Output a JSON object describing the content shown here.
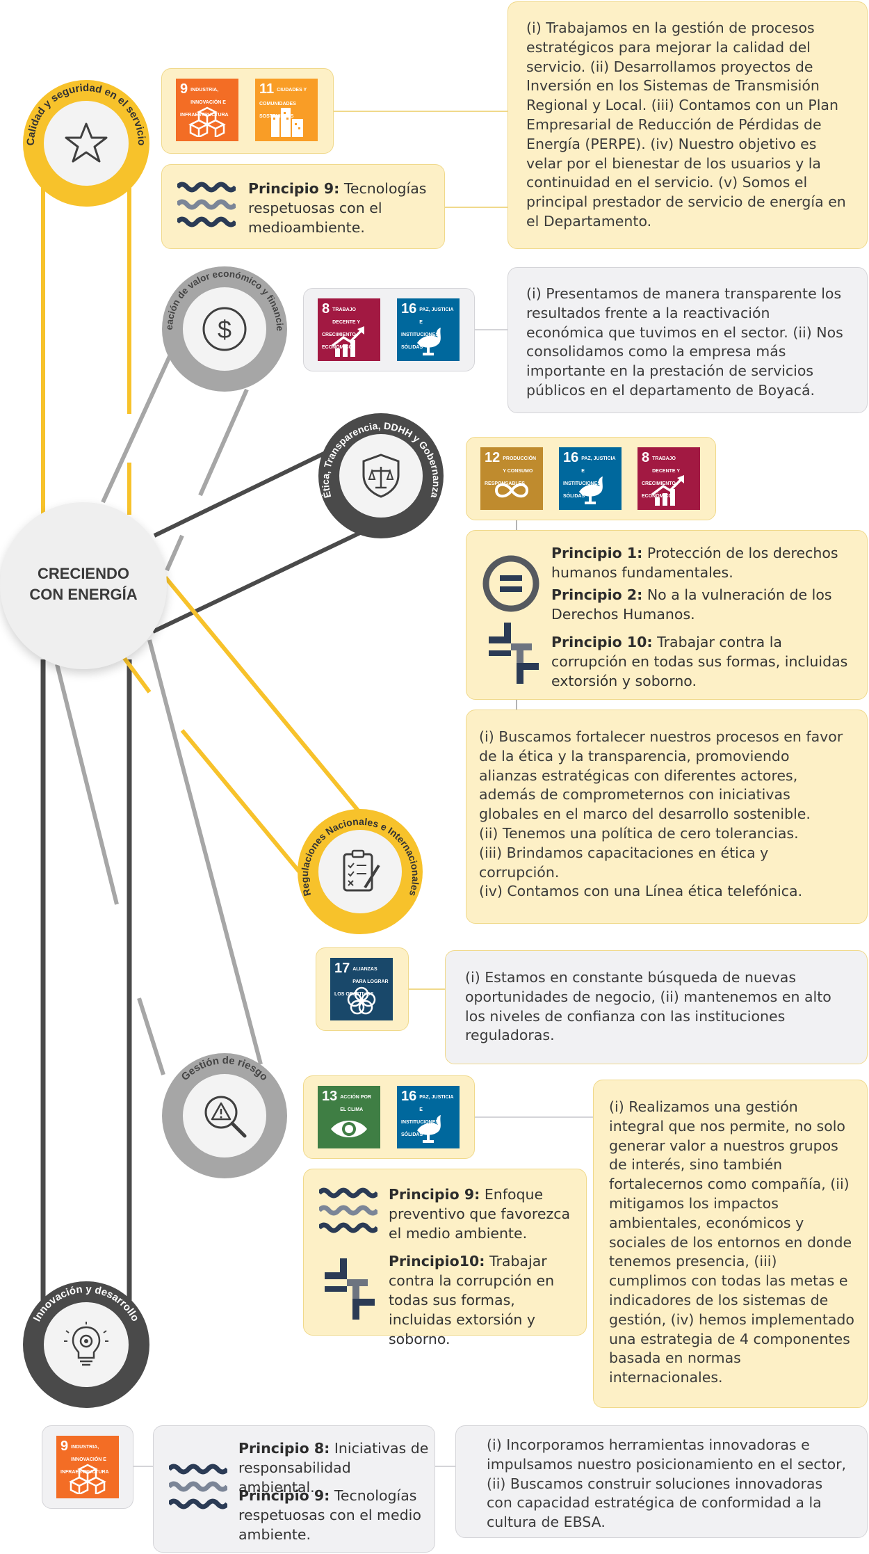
{
  "center": {
    "line1": "CRECIENDO",
    "line2": "CON ENERGÍA"
  },
  "colors": {
    "yellow": "#f7c22b",
    "gray": "#a6a6a6",
    "dark": "#4a4a4a",
    "navy": "#2b3b55"
  },
  "pillars": [
    {
      "title": "Calidad y seguridad en el servicio",
      "icon": "star-icon"
    },
    {
      "title": "Creación de valor económico y financiero",
      "icon": "dollar-icon"
    },
    {
      "title": "Ética, Transparencia, DDHH y Gobernanza",
      "icon": "shield-balance-icon"
    },
    {
      "title": "Regulaciones Nacionales e Internacionales",
      "icon": "checklist-icon"
    },
    {
      "title": "Gestión de riesgo",
      "icon": "warning-magnifier-icon"
    },
    {
      "title": "Innovación y desarrollo",
      "icon": "lightbulb-gear-icon"
    }
  ],
  "sdgs": {
    "s9": {
      "num": "9",
      "label": "Industria, innovación e infraestructura",
      "color": "#f36d25"
    },
    "s11": {
      "num": "11",
      "label": "Ciudades y comunidades sostenibles",
      "color": "#f99d26"
    },
    "s8": {
      "num": "8",
      "label": "Trabajo decente y crecimiento económico",
      "color": "#a21942"
    },
    "s16": {
      "num": "16",
      "label": "Paz, justicia e instituciones sólidas",
      "color": "#00689d"
    },
    "s12": {
      "num": "12",
      "label": "Producción y consumo responsables",
      "color": "#bf8b2e"
    },
    "s17": {
      "num": "17",
      "label": "Alianzas para lograr los objetivos",
      "color": "#19486a"
    },
    "s13": {
      "num": "13",
      "label": "Acción por el clima",
      "color": "#3f7e44"
    }
  },
  "block1": {
    "principle": {
      "bold": "Principio 9:",
      "text": " Tecnologías respetuosas con el medioambiente."
    },
    "text": "(i) Trabajamos en la gestión de procesos estratégicos para mejorar la calidad del servicio. (ii) Desarrollamos proyectos de Inversión en los Sistemas de Transmisión Regional y Local. (iii) Contamos con un Plan Empresarial de Reducción de Pérdidas de Energía (PERPE). (iv) Nuestro objetivo es velar por el bienestar de los usuarios y la continuidad en el servicio. (v) Somos el principal prestador de servicio de energía en el Departamento."
  },
  "block2": {
    "text": "(i) Presentamos de manera transparente los resultados frente a la reactivación económica que tuvimos en el sector. (ii) Nos consolidamos como la empresa más importante en la prestación de servicios públicos en el departamento de Boyacá."
  },
  "block3": {
    "p1": {
      "bold": "Principio 1:",
      "text": " Protección de los derechos humanos fundamentales."
    },
    "p2": {
      "bold": "Principio 2:",
      "text": " No a la vulneración de los Derechos Humanos."
    },
    "p10": {
      "bold": "Principio 10:",
      "text": " Trabajar contra la corrupción en todas sus formas, incluidas extorsión y soborno."
    },
    "lines": [
      "(i) Buscamos fortalecer nuestros procesos en favor de la ética y la transparencia, promoviendo alianzas estratégicas con diferentes actores, además de comprometernos con iniciativas globales en el marco del desarrollo sostenible.",
      "(ii) Tenemos una política de cero tolerancias.",
      "(iii) Brindamos capacitaciones en ética y corrupción.",
      "(iv) Contamos con una Línea ética telefónica."
    ]
  },
  "block4": {
    "text": "(i) Estamos en constante búsqueda de nuevas oportunidades de negocio, (ii) mantenemos en alto los niveles de confianza con las instituciones reguladoras."
  },
  "block5": {
    "p9": {
      "bold": "Principio 9:",
      "text": " Enfoque preventivo que favorezca el medio ambiente."
    },
    "p10": {
      "bold": "Principio10:",
      "text": " Trabajar contra la corrupción en todas sus formas, incluidas extorsión y soborno."
    },
    "text": "(i) Realizamos una gestión integral que nos permite, no solo generar valor a nuestros grupos de interés, sino también fortalecernos como compañía, (ii) mitigamos los impactos ambientales, económicos y sociales de los entornos en donde tenemos presencia, (iii) cumplimos con todas las metas e indicadores de los sistemas de gestión, (iv) hemos implementado una estrategia de 4 componentes basada en normas internacionales."
  },
  "block6": {
    "p8": {
      "bold": "Principio 8:",
      "text": " Iniciativas de responsabilidad ambiental."
    },
    "p9": {
      "bold": "Principio 9:",
      "text": " Tecnologías respetuosas con el medio ambiente."
    },
    "text": "(i) Incorporamos herramientas innovadoras e impulsamos nuestro posicionamiento en el sector, (ii) Buscamos construir soluciones innovadoras con capacidad estratégica de conformidad a la cultura de EBSA."
  }
}
